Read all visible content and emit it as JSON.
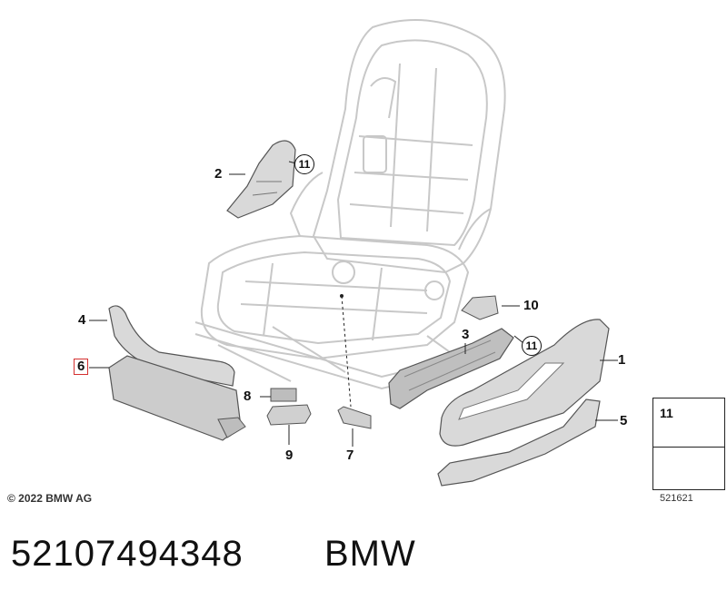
{
  "callouts": {
    "c1": "1",
    "c2": "2",
    "c3": "3",
    "c4": "4",
    "c5": "5",
    "c6": "6",
    "c7": "7",
    "c8": "8",
    "c9": "9",
    "c10": "10",
    "c11a": "11",
    "c11b": "11"
  },
  "legend": {
    "item_number": "11",
    "item_icon": "clip-pin-icon",
    "symbol_icon": "cut-arrow-icon"
  },
  "footer": {
    "copyright": "© 2022 BMW AG",
    "diagram_id": "521621",
    "part_number": "52107494348",
    "brand": "BMW"
  },
  "colors": {
    "highlight_border": "#d43030",
    "line": "#222222",
    "part_fill": "#d9d9d9",
    "frame_stroke": "#c8c8c8"
  }
}
